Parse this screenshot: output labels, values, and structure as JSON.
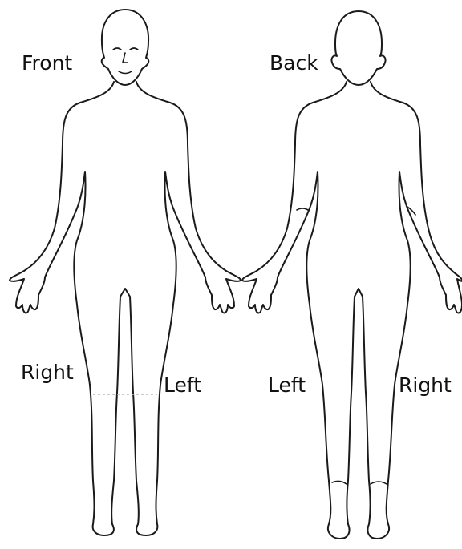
{
  "labels": {
    "front": "Front",
    "back": "Back",
    "front_right": "Right",
    "front_left": "Left",
    "back_left": "Left",
    "back_right": "Right"
  },
  "colors": {
    "outline": "#1a1a1a",
    "background": "#ffffff"
  }
}
